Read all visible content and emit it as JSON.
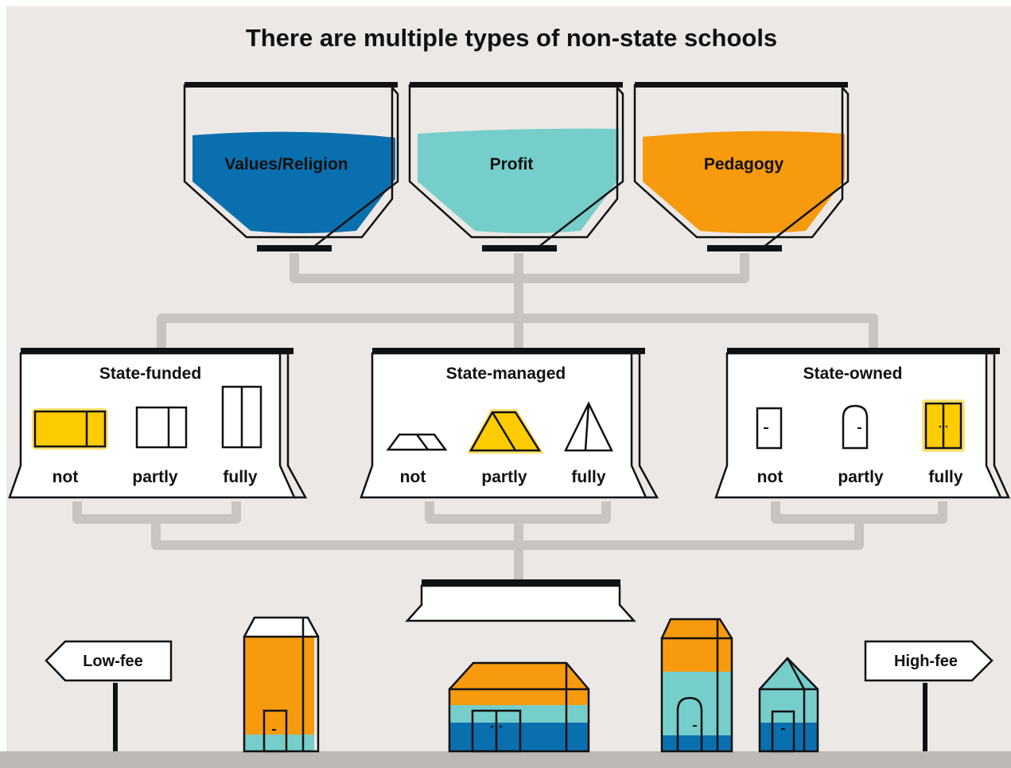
{
  "title": "There are multiple types of non-state schools",
  "colors": {
    "background": "#ECE8E5",
    "pipe": "#C9C4BF",
    "ink": "#111111",
    "blue": "#0A6FAE",
    "teal": "#76CECB",
    "orange": "#F79A0E",
    "yellow": "#FCCB00",
    "ground": "#BEB9B4"
  },
  "hoppers": [
    {
      "label": "Values/Religion",
      "fill": "blue"
    },
    {
      "label": "Profit",
      "fill": "teal"
    },
    {
      "label": "Pedagogy",
      "fill": "orange"
    }
  ],
  "panels": [
    {
      "title": "State-funded",
      "options": [
        {
          "label": "not",
          "icon": "money-bundle-icon",
          "highlighted": true
        },
        {
          "label": "partly",
          "icon": "money-bundle-icon",
          "highlighted": false
        },
        {
          "label": "fully",
          "icon": "money-bundle-icon",
          "highlighted": false
        }
      ]
    },
    {
      "title": "State-managed",
      "options": [
        {
          "label": "not",
          "icon": "flat-tent-icon",
          "highlighted": false
        },
        {
          "label": "partly",
          "icon": "tent-icon",
          "highlighted": true
        },
        {
          "label": "fully",
          "icon": "pyramid-tent-icon",
          "highlighted": false
        }
      ]
    },
    {
      "title": "State-owned",
      "options": [
        {
          "label": "not",
          "icon": "door-icon",
          "highlighted": false
        },
        {
          "label": "partly",
          "icon": "arched-door-icon",
          "highlighted": false
        },
        {
          "label": "fully",
          "icon": "double-door-icon",
          "highlighted": true
        }
      ]
    }
  ],
  "signs": {
    "left": "Low-fee",
    "right": "High-fee"
  },
  "school_buildings": [
    {
      "name": "tall-school-building",
      "colors": [
        "orange",
        "teal"
      ]
    },
    {
      "name": "wide-school-building",
      "colors": [
        "orange",
        "teal",
        "blue"
      ]
    },
    {
      "name": "tall-arched-school-building",
      "colors": [
        "orange",
        "teal",
        "blue"
      ]
    },
    {
      "name": "small-pointed-school-building",
      "colors": [
        "teal",
        "blue"
      ]
    }
  ]
}
